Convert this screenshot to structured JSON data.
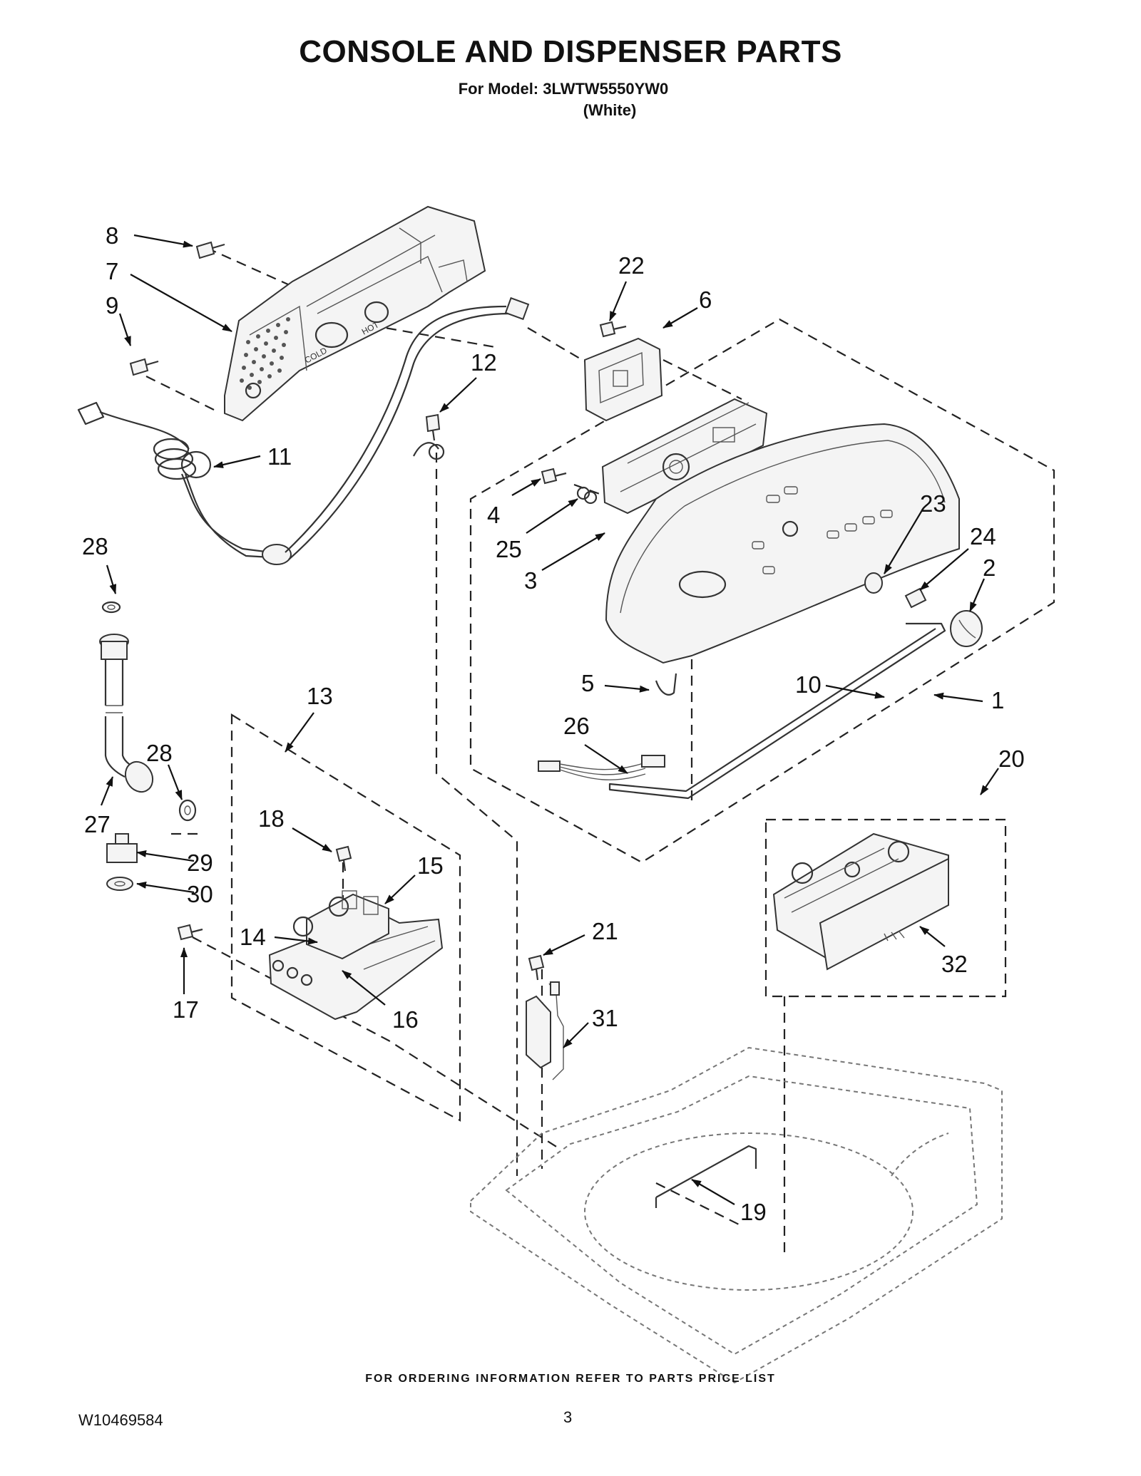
{
  "header": {
    "title": "CONSOLE AND DISPENSER PARTS",
    "model": "For Model: 3LWTW5550YW0",
    "color": "(White)"
  },
  "footer": {
    "ordering_info": "FOR ORDERING INFORMATION REFER TO PARTS PRICE LIST",
    "document_number": "W10469584",
    "page_number": "3"
  },
  "callouts": {
    "c1": "1",
    "c2": "2",
    "c3": "3",
    "c4": "4",
    "c5": "5",
    "c6": "6",
    "c7": "7",
    "c8": "8",
    "c9": "9",
    "c10": "10",
    "c11": "11",
    "c12": "12",
    "c13": "13",
    "c14": "14",
    "c15": "15",
    "c16": "16",
    "c17": "17",
    "c18": "18",
    "c19": "19",
    "c20": "20",
    "c21": "21",
    "c22": "22",
    "c23": "23",
    "c24": "24",
    "c25": "25",
    "c26": "26",
    "c27": "27",
    "c28a": "28",
    "c28b": "28",
    "c29": "29",
    "c30": "30",
    "c31": "31",
    "c32": "32"
  },
  "part_labels": {
    "cold": "COLD",
    "hot": "HOT"
  }
}
